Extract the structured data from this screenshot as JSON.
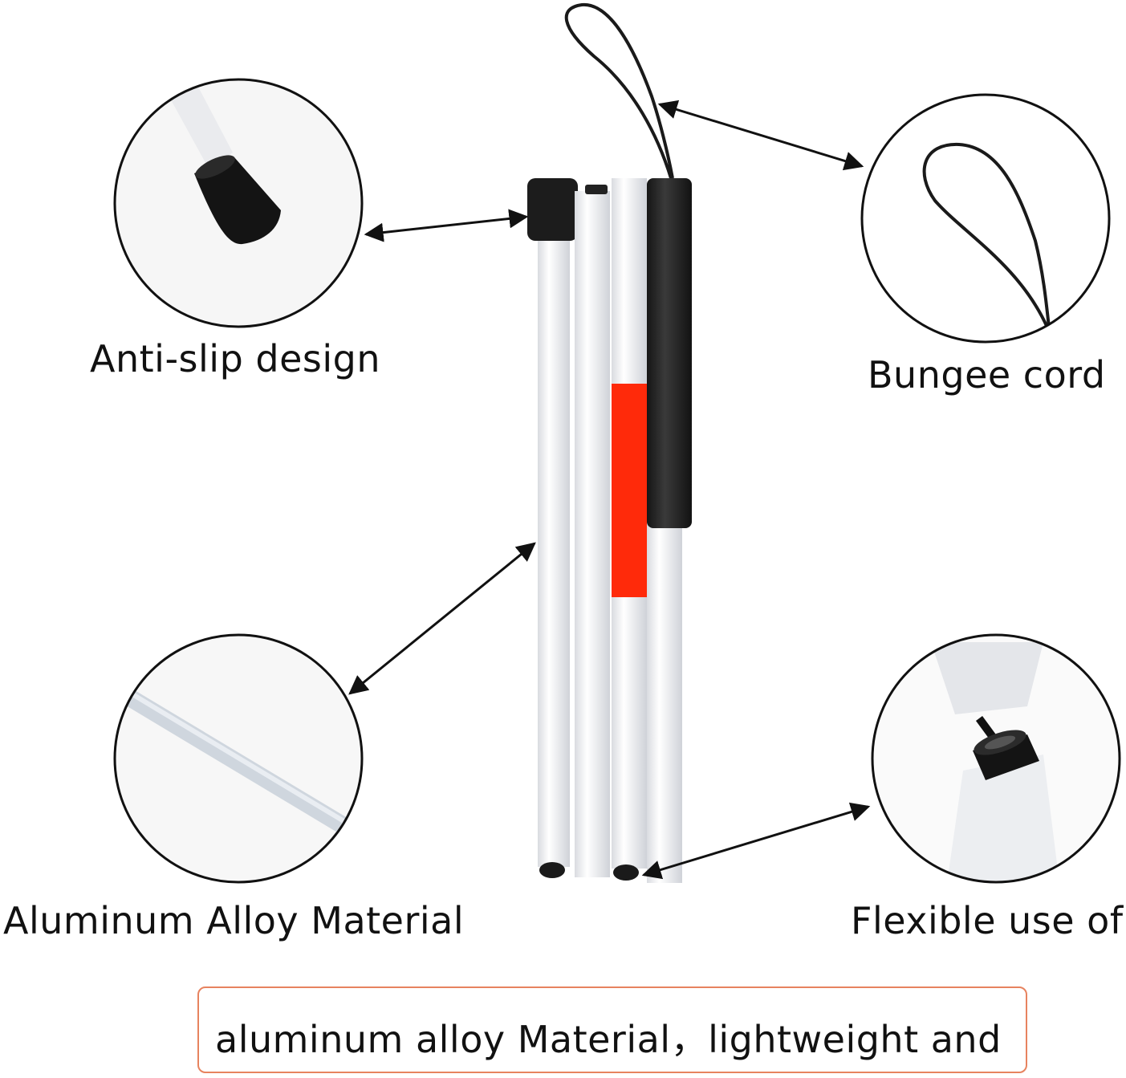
{
  "labels": {
    "anti_slip": "Anti-slip design",
    "bungee": "Bungee cord",
    "alloy": "Aluminum Alloy Material",
    "flexible": "Flexible use of"
  },
  "caption": {
    "text": "aluminum alloy Material，lightweight and"
  },
  "colors": {
    "accent_border": "#e7835f",
    "reflective_red": "#ff2a0a",
    "grip_black": "#1e1e1e",
    "tube_white": "#f2f3f5"
  },
  "icons": {
    "arrow": "double-headed-arrow",
    "detail": "circular-detail-callout"
  }
}
